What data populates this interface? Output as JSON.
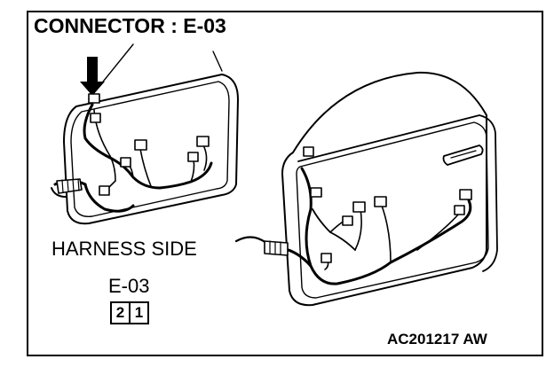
{
  "title": "CONNECTOR : E-03",
  "harness_label": "HARNESS SIDE",
  "connector_id": "E-03",
  "pins": [
    "2",
    "1"
  ],
  "figure_code": "AC201217 AW",
  "colors": {
    "line": "#000000",
    "background": "#ffffff"
  }
}
